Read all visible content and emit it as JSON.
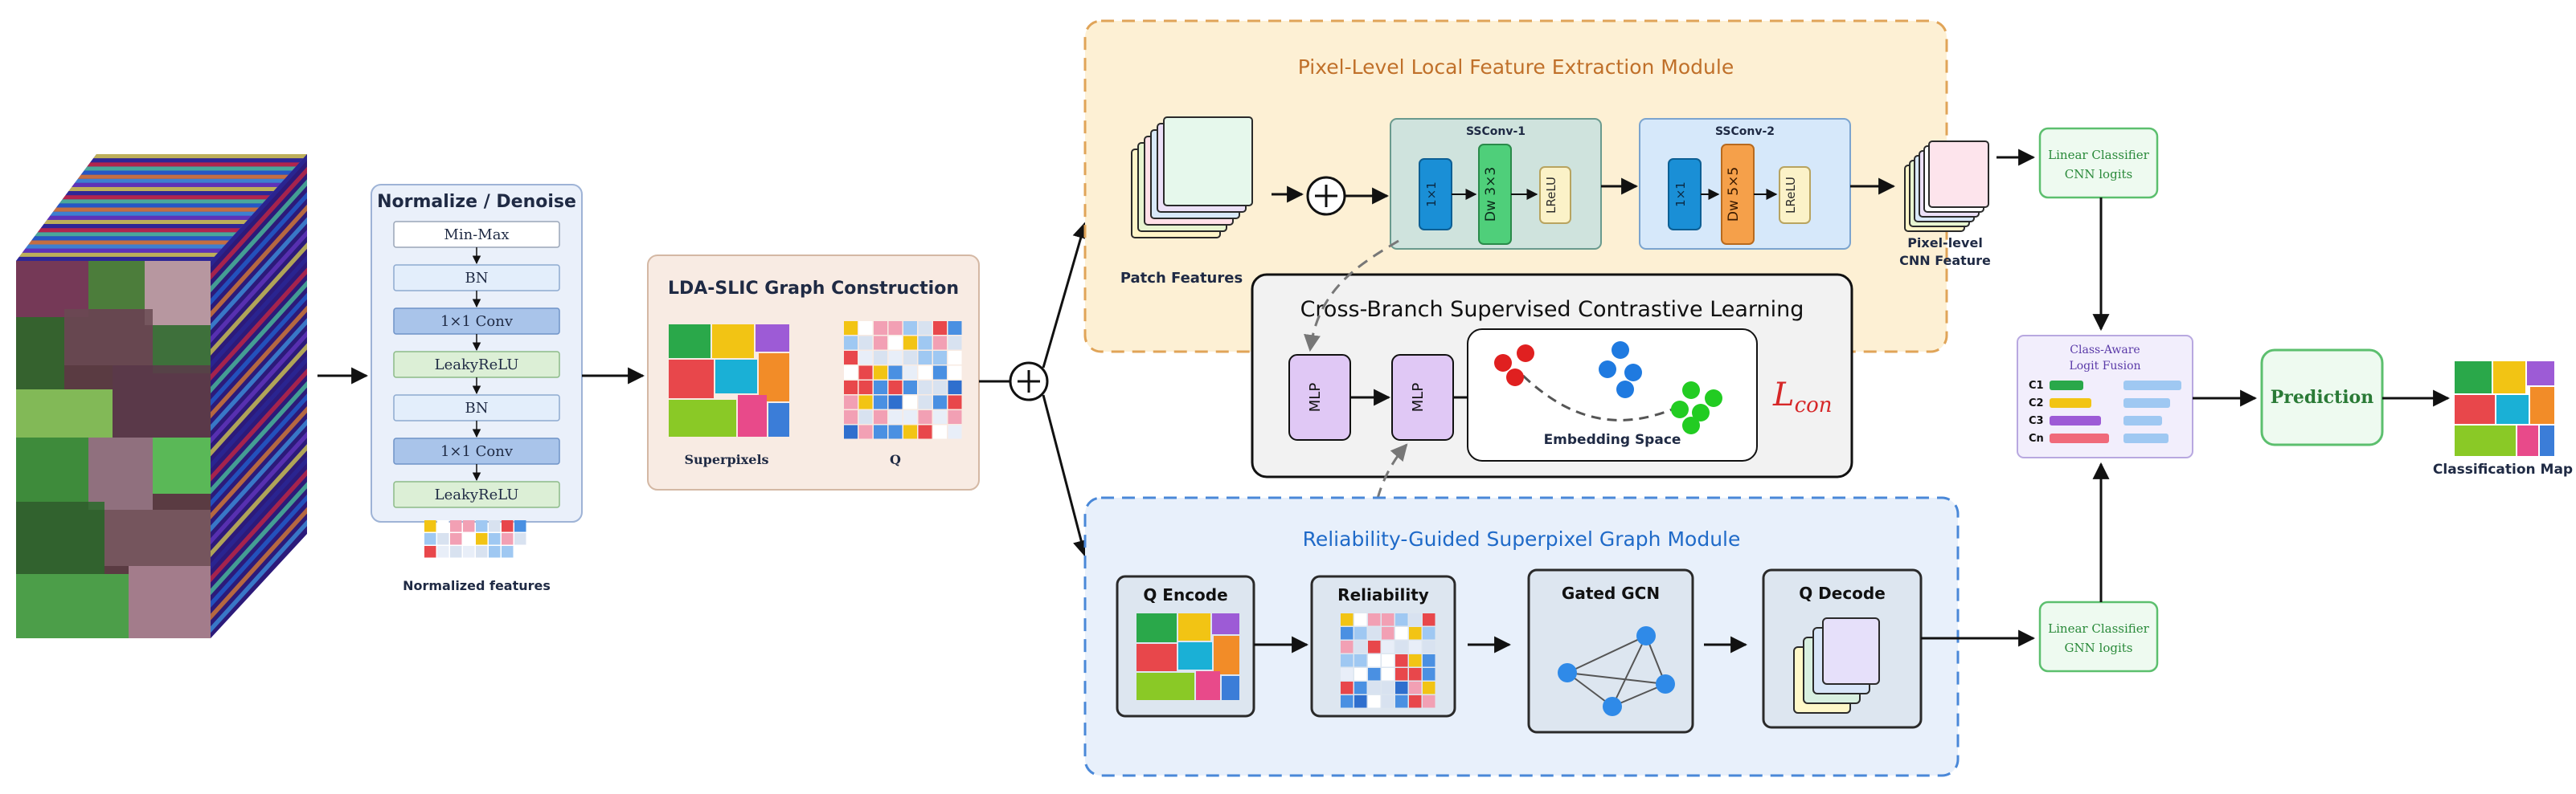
{
  "preprocess": {
    "title": "Normalize / Denoise",
    "steps": [
      "Min-Max",
      "BN",
      "1×1 Conv",
      "LeakyReLU",
      "BN",
      "1×1 Conv",
      "LeakyReLU"
    ],
    "caption": "Normalized features"
  },
  "graph_construction": {
    "title": "LDA-SLIC Graph Construction",
    "superpixels_label": "Superpixels",
    "q_label": "Q"
  },
  "pixel_module": {
    "title": "Pixel-Level Local Feature Extraction Module",
    "patch_label": "Patch Features",
    "ssconv1": {
      "title": "SSConv-1",
      "blocks": [
        "1×1",
        "Dw 3×3",
        "LReLU"
      ]
    },
    "ssconv2": {
      "title": "SSConv-2",
      "blocks": [
        "1×1",
        "Dw 5×5",
        "LReLU"
      ]
    },
    "output_label_1": "Pixel-level",
    "output_label_2": "CNN Feature"
  },
  "contrastive": {
    "title": "Cross-Branch Supervised Contrastive Learning",
    "mlp_label": "MLP",
    "embedding_label": "Embedding Space",
    "loss_main": "L",
    "loss_sub": "con"
  },
  "graph_module": {
    "title": "Reliability-Guided Superpixel Graph Module",
    "q_encode": "Q Encode",
    "reliability": "Reliability",
    "gated_gcn": "Gated GCN",
    "q_decode": "Q Decode"
  },
  "classifiers": {
    "cnn_line1": "Linear Classifier",
    "cnn_line2": "CNN logits",
    "gnn_line1": "Linear Classifier",
    "gnn_line2": "GNN logits"
  },
  "fusion": {
    "title_line1": "Class-Aware",
    "title_line2": "Logit Fusion",
    "classes": [
      "C1",
      "C2",
      "C3",
      "Cn"
    ]
  },
  "prediction_label": "Prediction",
  "output_label": "Classification Map",
  "colors": {
    "pixel_module_fill": "#fdf0d4",
    "pixel_module_border": "#e0a458",
    "graph_module_fill": "#e8f0fb",
    "graph_module_border": "#4a88d8",
    "classifier_border": "#5cbf6e",
    "fusion_fill": "#f2eefc",
    "contrastive_loss": "#d62728"
  }
}
